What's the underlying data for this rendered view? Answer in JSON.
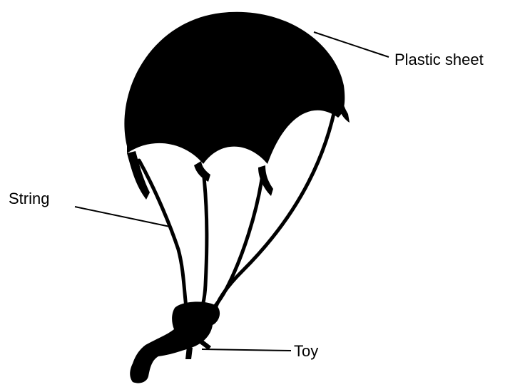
{
  "labels": {
    "plastic_sheet": "Plastic sheet",
    "string": "String",
    "toy": "Toy"
  },
  "colors": {
    "ink": "#000000",
    "background": "#ffffff"
  }
}
